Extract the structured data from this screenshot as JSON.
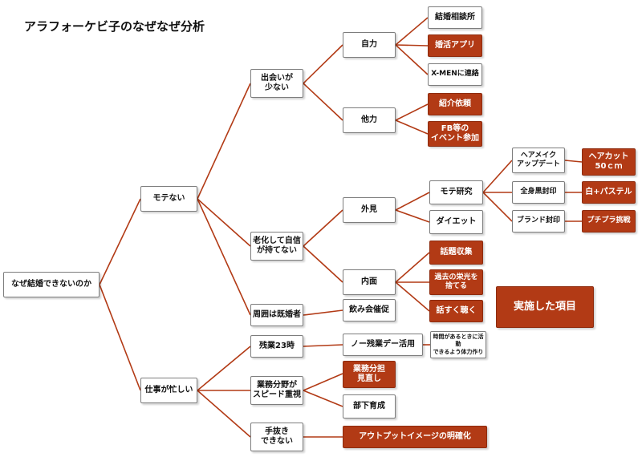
{
  "title": "アラフォーケビ子のなぜなぜ分析",
  "colors": {
    "done_fill": "#b23a15",
    "connector": "#b23a15",
    "node_border": "#7d7d7d"
  },
  "root": "なぜ結婚できないのか",
  "branches": {
    "mote_nai": "モテない",
    "shigoto": "仕事が忙しい",
    "deai": "出会いが\n少ない",
    "roka": "老化して自信\nが持てない",
    "shuui": "周囲は既婚者",
    "zangyo": "残業23時",
    "bunya": "業務分野が\nスピード重視",
    "tenuki": "手抜き\nできない",
    "jiriki": "自力",
    "tariki": "他力",
    "gaiken": "外見",
    "naimen": "内面",
    "nomikai": "飲み会催促",
    "no_zangyo": "ノー残業デー活用",
    "mote_kenkyu": "モテ研究",
    "diet": "ダイエット",
    "hair_make": "ヘアメイク\nアップデート",
    "zenshin": "全身黒封印",
    "brand": "ブランド封印",
    "kekkon_sodan": "結婚相談所",
    "konkatsu_app": "婚活アプリ",
    "xmen": "X-MENに連絡",
    "shokai": "紹介依頼",
    "fb_event": "FB等の\nイベント参加",
    "haircut": "ヘアカット\n50ｃｍ",
    "shiro_pastel": "白+パステル",
    "puchipura": "プチプラ挑戦",
    "wadai": "話題収集",
    "kako": "過去の栄光を\n捨てる",
    "hanasu": "話すく聴く",
    "jikan": "時間があるときに活動\nできるよう体力作り",
    "gyomu_buntan": "業務分担\n見直し",
    "buka": "部下育成",
    "output": "アウトプットイメージの明確化"
  },
  "legend": {
    "label": "実施した項目"
  }
}
